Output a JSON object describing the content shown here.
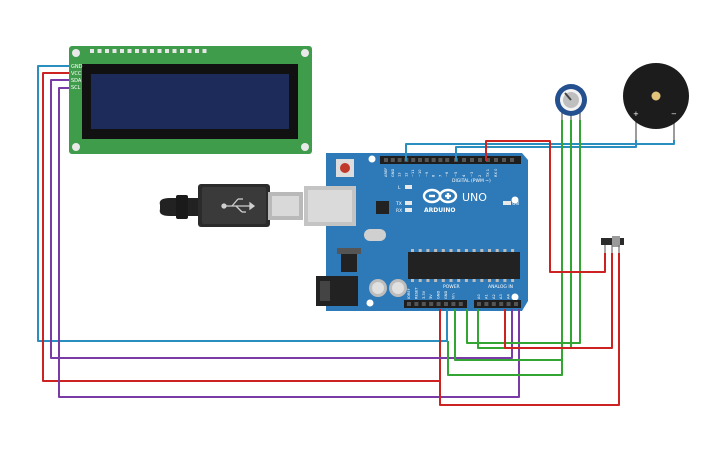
{
  "lcd": {
    "pins": [
      "GND",
      "VCC",
      "SDA",
      "SCL"
    ]
  },
  "arduino": {
    "logo_text": "ARDUINO",
    "model": "UNO",
    "header_digital": "DIGITAL (PWM ~)",
    "header_power": "POWER",
    "header_analog": "ANALOG IN",
    "led_on": "ON",
    "led_l": "L",
    "led_tx": "TX",
    "led_rx": "RX",
    "digital_pins": [
      "AREF",
      "GND",
      "13",
      "12",
      "~11",
      "~10",
      "~9",
      "8",
      "7",
      "~6",
      "~5",
      "4",
      "~3",
      "2",
      "TX 1",
      "RX 0"
    ],
    "power_pins": [
      "IOREF",
      "RESET",
      "3.3V",
      "5V",
      "GND",
      "GND",
      "Vin"
    ],
    "analog_pins": [
      "A0",
      "A1",
      "A2",
      "A3",
      "A4",
      "A5"
    ]
  },
  "buzzer": {
    "plus": "+",
    "minus": "−"
  },
  "colors": {
    "wire_red": "#cc2222",
    "wire_blue": "#2a8fbf",
    "wire_green": "#33a532",
    "wire_purple": "#7b3ba6",
    "board_blue": "#2e7ab8",
    "lcd_green": "#3f9c4b",
    "lcd_screen": "#1d2b5a"
  }
}
